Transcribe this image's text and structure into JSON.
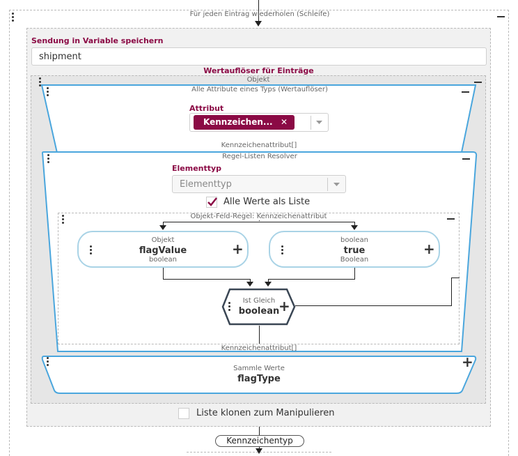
{
  "loop": {
    "title": "Für jeden Eintrag wiederholen (Schleife)"
  },
  "shipment_block": {
    "label": "Sendung in Variable speichern",
    "input_value": "shipment"
  },
  "resolver": {
    "title": "Wertauflöser für Einträge"
  },
  "object_block": {
    "title": "Objekt"
  },
  "attributes_block": {
    "title": "Alle Attribute eines Typs (Wertauflöser)",
    "attribute_label": "Attribut",
    "selected_tag": "Kennzeichen...",
    "tag_remove": "✕",
    "output": "Kennzeichenattribut[]"
  },
  "rule_list": {
    "title": "Regel-Listen Resolver",
    "elementtype_label": "Elementtyp",
    "elementtype_placeholder": "Elementtyp",
    "checkbox_label": "Alle Werte als Liste",
    "checkbox_checked": true
  },
  "field_rule": {
    "title": "Objekt-Feld-Regel: Kennzeichenattribut"
  },
  "left_node": {
    "type": "Objekt",
    "name": "flagValue",
    "sub": "boolean"
  },
  "right_node": {
    "type": "boolean",
    "name": "true",
    "sub": "Boolean"
  },
  "equals_node": {
    "type": "Ist Gleich",
    "name": "boolean"
  },
  "collect_block": {
    "input": "Kennzeichenattribut[]",
    "type": "Sammle Werte",
    "name": "flagType"
  },
  "clone_option": {
    "label": "Liste klonen zum Manipulieren",
    "checked": false
  },
  "output_pill": {
    "label": "Kennzeichentyp"
  },
  "colors": {
    "accent_red": "#8b0a45",
    "accent_blue": "#4aa6dd",
    "pill_border": "#a9d3e6"
  }
}
